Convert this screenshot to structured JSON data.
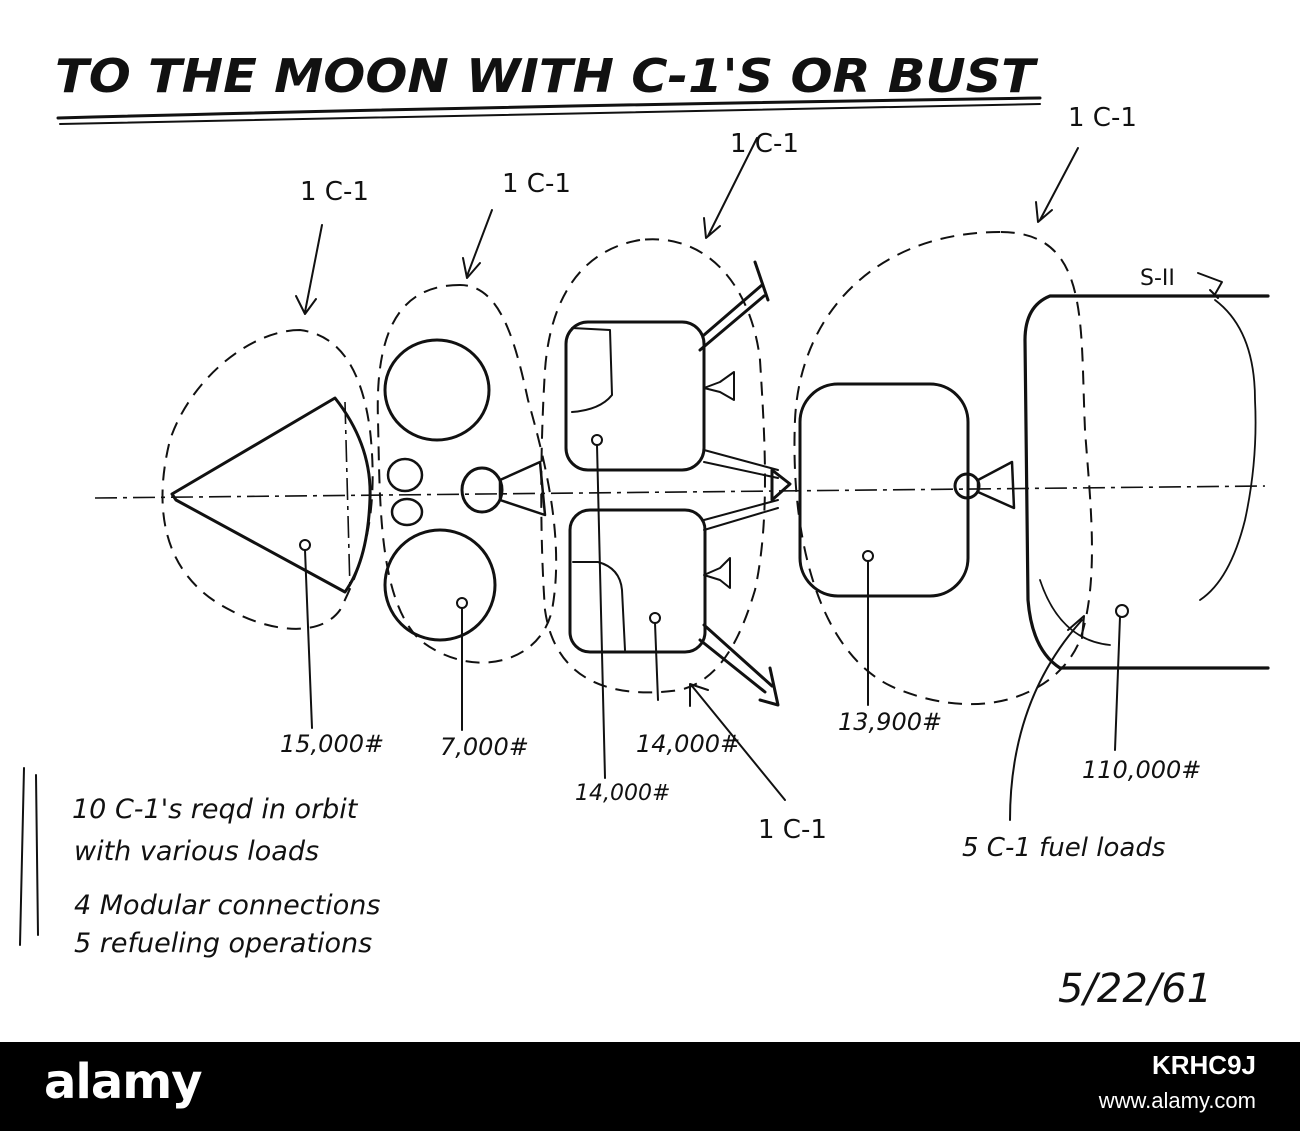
{
  "title": "TO THE MOON WITH C-1'S OR BUST",
  "modules": {
    "capsule": {
      "tag": "1 C-1",
      "weight": "15,000#"
    },
    "tanks": {
      "tag": "1 C-1",
      "weight": "7,000#"
    },
    "lander": {
      "tag": "1 C-1",
      "tag_lower": "1 C-1",
      "weight_upper": "14,000#",
      "weight_lower": "14,000#"
    },
    "propulsion": {
      "tag": "1 C-1",
      "weight": "13,900#"
    },
    "stage": {
      "stage_label": "S-II",
      "weight": "110,000#",
      "fuel_note": "5 C-1 fuel loads"
    }
  },
  "notes": [
    "10 C-1's reqd in orbit",
    "with various loads",
    "4 Modular connections",
    "5 refueling operations"
  ],
  "date": "5/22/61",
  "watermark": {
    "brand": "alamy",
    "image_id": "KRHC9J",
    "url": "www.alamy.com"
  }
}
